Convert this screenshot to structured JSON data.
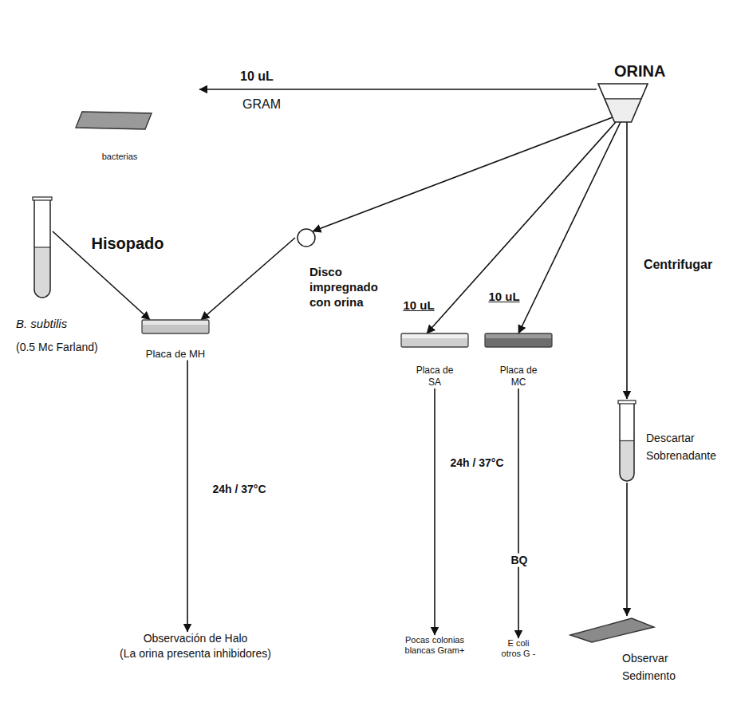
{
  "diagram": {
    "nodes": [
      {
        "text": [
          "ORINA"
        ]
      },
      {
        "text": [
          "bacterias"
        ]
      },
      {
        "text": [
          "Disco impregnado con orina"
        ]
      },
      {
        "text": [
          "B. subtilis",
          "(0.5 Mc Farland)"
        ]
      },
      {
        "text": [
          "Placa de MH"
        ]
      },
      {
        "text": [
          "Placa de SA"
        ]
      },
      {
        "text": [
          "Placa de MC"
        ]
      },
      {
        "text": [
          "Descartar Sobrenadante"
        ]
      },
      {
        "text": [
          "Observación de Halo",
          "(La orina presenta inhibidores)"
        ]
      },
      {
        "text": [
          "Pocas colonias blancas Gram+"
        ]
      },
      {
        "text": [
          "E coli otros G -"
        ]
      },
      {
        "text": [
          "Observar Sedimento"
        ]
      }
    ],
    "edges": [
      {
        "from": 0,
        "to": 1,
        "label": "10 uL",
        "arrow": "to"
      },
      {
        "from": 0,
        "to": 2,
        "arrow": "to"
      },
      {
        "from": 0,
        "to": 5,
        "label": "10 uL",
        "arrow": "to"
      },
      {
        "from": 0,
        "to": 6,
        "label": "10 uL",
        "arrow": "to"
      },
      {
        "from": 0,
        "to": 7,
        "label": "Centrifugar",
        "arrow": "to"
      },
      {
        "from": 3,
        "to": 4,
        "label": "Hisopado",
        "arrow": "to"
      },
      {
        "from": 2,
        "to": 4,
        "arrow": "to"
      },
      {
        "from": 4,
        "to": 8,
        "label": "24h / 37°C",
        "arrow": "to"
      },
      {
        "from": 5,
        "to": 9,
        "arrow": "to"
      },
      {
        "from": 6,
        "to": 10,
        "label": "BQ",
        "arrow": "to"
      },
      {
        "from": 7,
        "to": 11,
        "arrow": "to"
      }
    ],
    "labels": [
      "GRAM",
      "24h / 37°C"
    ]
  }
}
